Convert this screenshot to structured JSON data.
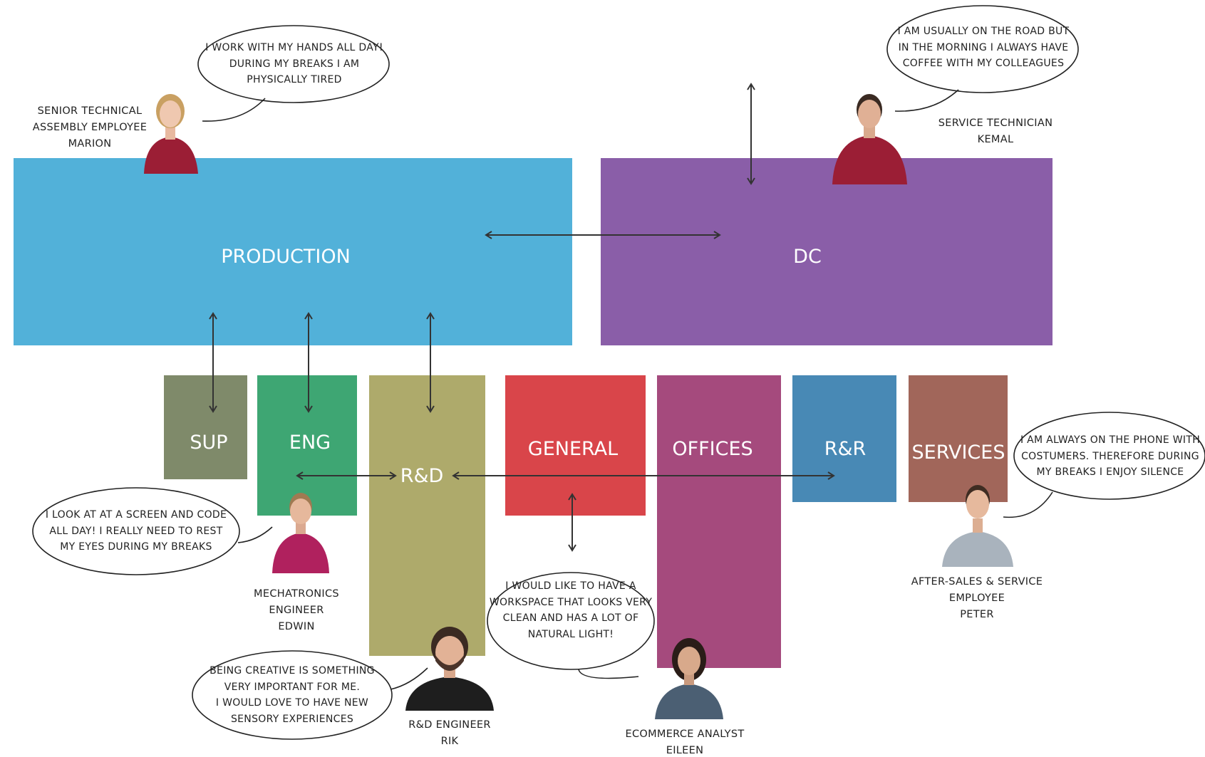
{
  "colors": {
    "production": "#52b1d9",
    "dc": "#8a5ea8",
    "sup": "#7f8a6a",
    "eng": "#3ea673",
    "rd": "#aeaa6b",
    "general": "#d9454a",
    "offices": "#a54a7d",
    "rr": "#4889b5",
    "services": "#a1665a",
    "maroon_shirt": "#9b1e35",
    "pink_shirt": "#b0215e"
  },
  "departments": {
    "production": "PRODUCTION",
    "dc": "DC",
    "sup": "SUP",
    "eng": "ENG",
    "rd": "R&D",
    "general": "GENERAL",
    "offices": "OFFICES",
    "rr": "R&R",
    "services": "SERVICES"
  },
  "personas": {
    "marion": {
      "role": "SENIOR TECHNICAL\nASSEMBLY EMPLOYEE\nMARION",
      "quote": "I WORK WITH MY HANDS ALL DAY!\nDURING MY BREAKS I AM\nPHYSICALLY TIRED"
    },
    "kemal": {
      "role": "SERVICE TECHNICIAN\nKEMAL",
      "quote": "I AM USUALLY ON THE ROAD BUT\nIN THE MORNING I ALWAYS HAVE\nCOFFEE WITH MY COLLEAGUES"
    },
    "edwin": {
      "role": "MECHATRONICS ENGINEER\nEDWIN",
      "quote": "I LOOK AT AT A SCREEN AND CODE\nALL DAY! I REALLY NEED TO REST\nMY EYES DURING MY BREAKS"
    },
    "rik": {
      "role": "R&D ENGINEER\nRIK",
      "quote": "BEING CREATIVE IS SOMETHING\nVERY IMPORTANT FOR ME.\nI WOULD LOVE TO HAVE NEW\nSENSORY EXPERIENCES"
    },
    "eileen": {
      "role": "ECOMMERCE ANALYST\nEILEEN",
      "quote": "I WOULD LIKE TO HAVE A\nWORKSPACE THAT LOOKS VERY\nCLEAN AND HAS A LOT OF\nNATURAL LIGHT!"
    },
    "peter": {
      "role": "AFTER-SALES & SERVICE\nEMPLOYEE\nPETER",
      "quote": "I AM ALWAYS ON THE PHONE WITH\nCOSTUMERS. THEREFORE DURING\nMY BREAKS I ENJOY SILENCE"
    }
  }
}
